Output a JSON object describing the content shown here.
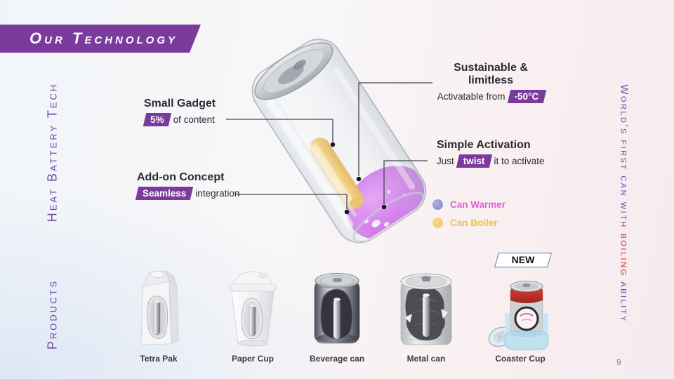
{
  "header": {
    "title": "Our Technology"
  },
  "side_labels": {
    "left_top": "Heat Battery Tech",
    "left_bottom": "Products",
    "right_pre": "World's first can with ",
    "right_highlight": "boiling",
    "right_post": " ability"
  },
  "annotations": {
    "small_gadget": {
      "title": "Small Gadget",
      "badge": "5%",
      "after": "of content"
    },
    "addon": {
      "title": "Add-on Concept",
      "badge": "Seamless",
      "after": "integration"
    },
    "sustainable": {
      "title": "Sustainable & limitless",
      "before": "Activatable from",
      "badge": "-50°C"
    },
    "activation": {
      "title": "Simple Activation",
      "before": "Just",
      "badge": "twist",
      "after": "it to activate"
    }
  },
  "legend": {
    "items": [
      {
        "label": "Can Warmer",
        "dot_color": "#9193d8",
        "text_color": "#e15fd8"
      },
      {
        "label": "Can Boiler",
        "dot_color": "#f1c866",
        "text_color": "#e9bf55"
      }
    ]
  },
  "products": {
    "new_badge": "NEW",
    "items": [
      {
        "label": "Tetra Pak"
      },
      {
        "label": "Paper Cup"
      },
      {
        "label": "Beverage can"
      },
      {
        "label": "Metal can"
      },
      {
        "label": "Coaster Cup"
      }
    ]
  },
  "page_number": "9",
  "colors": {
    "accent_purple": "#7a3b9d",
    "boiling_red": "#d2232a",
    "side_text_purple": "#7245aa",
    "warmer_purple": "#bb4ce0",
    "boiler_yellow": "#f0c768",
    "new_badge_border": "#4f7ab8"
  }
}
